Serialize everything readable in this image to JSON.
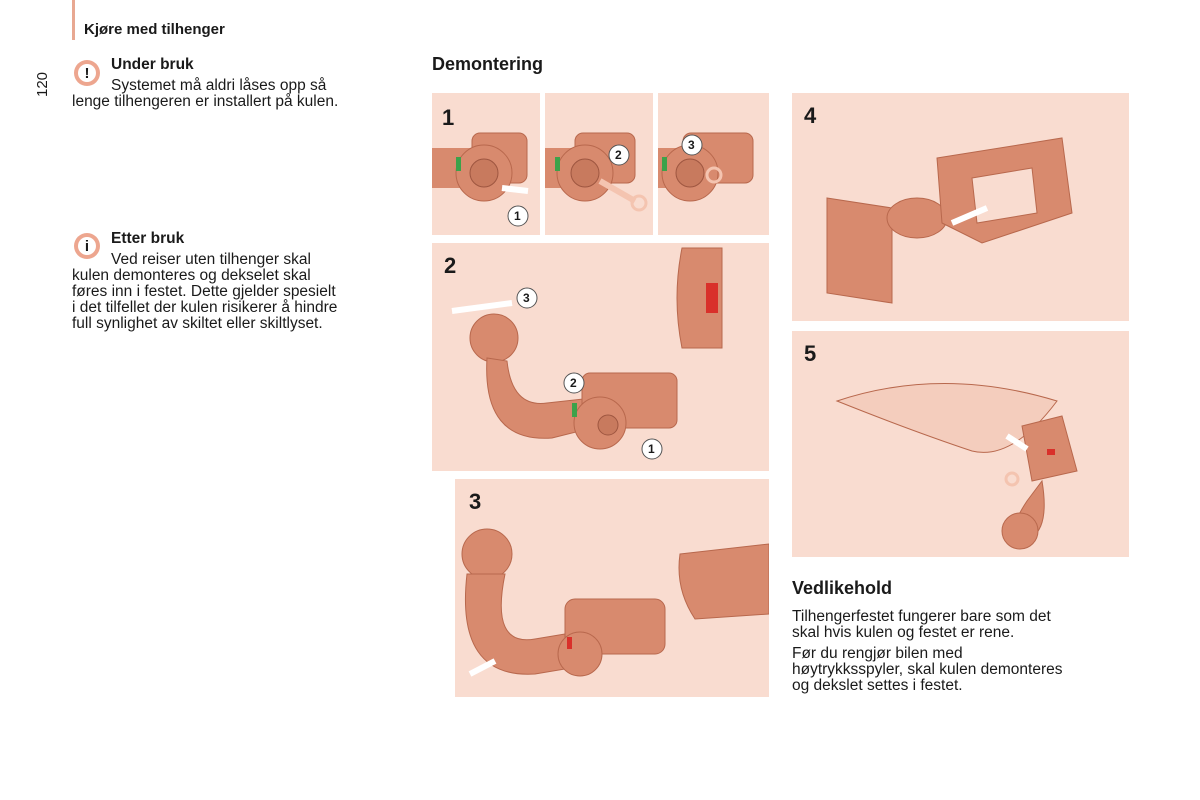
{
  "header": {
    "title": "Kjøre med tilhenger",
    "page_number": "120"
  },
  "notes": [
    {
      "title": "Under bruk",
      "icon": "!",
      "lines": [
        "Systemet må aldri låses opp så",
        "lenge tilhengeren er installert på kulen."
      ]
    },
    {
      "title": "Etter bruk",
      "icon": "i",
      "lines": [
        "Ved reiser uten tilhenger skal",
        "kulen demonteres og dekselet skal",
        "føres inn i festet. Dette gjelder spesielt",
        "i det tilfellet der kulen risikerer å hindre",
        "full synlighet av skiltet eller skiltlyset."
      ]
    }
  ],
  "demontering": {
    "title": "Demontering"
  },
  "figures": {
    "fig1": {
      "label": "1",
      "step_a": "1",
      "step_b": "2",
      "step_c": "3"
    },
    "fig2": {
      "label": "2",
      "step_1": "1",
      "step_2": "2",
      "step_3": "3"
    },
    "fig3": {
      "label": "3"
    },
    "fig4": {
      "label": "4"
    },
    "fig5": {
      "label": "5"
    }
  },
  "vedlikehold": {
    "title": "Vedlikehold",
    "para1": [
      "Tilhengerfestet fungerer bare som det",
      "skal hvis kulen og festet er rene."
    ],
    "para2": [
      "Før du rengjør bilen med",
      "høytrykksspyler, skal kulen demonteres",
      "og dekslet settes i festet."
    ]
  },
  "colors": {
    "panel_bg": "#f9dcd0",
    "part": "#d88a6e",
    "part_dark": "#b8684d",
    "accent_green": "#3ca24a",
    "accent_red": "#d9302a",
    "badge": "#eda68f"
  }
}
